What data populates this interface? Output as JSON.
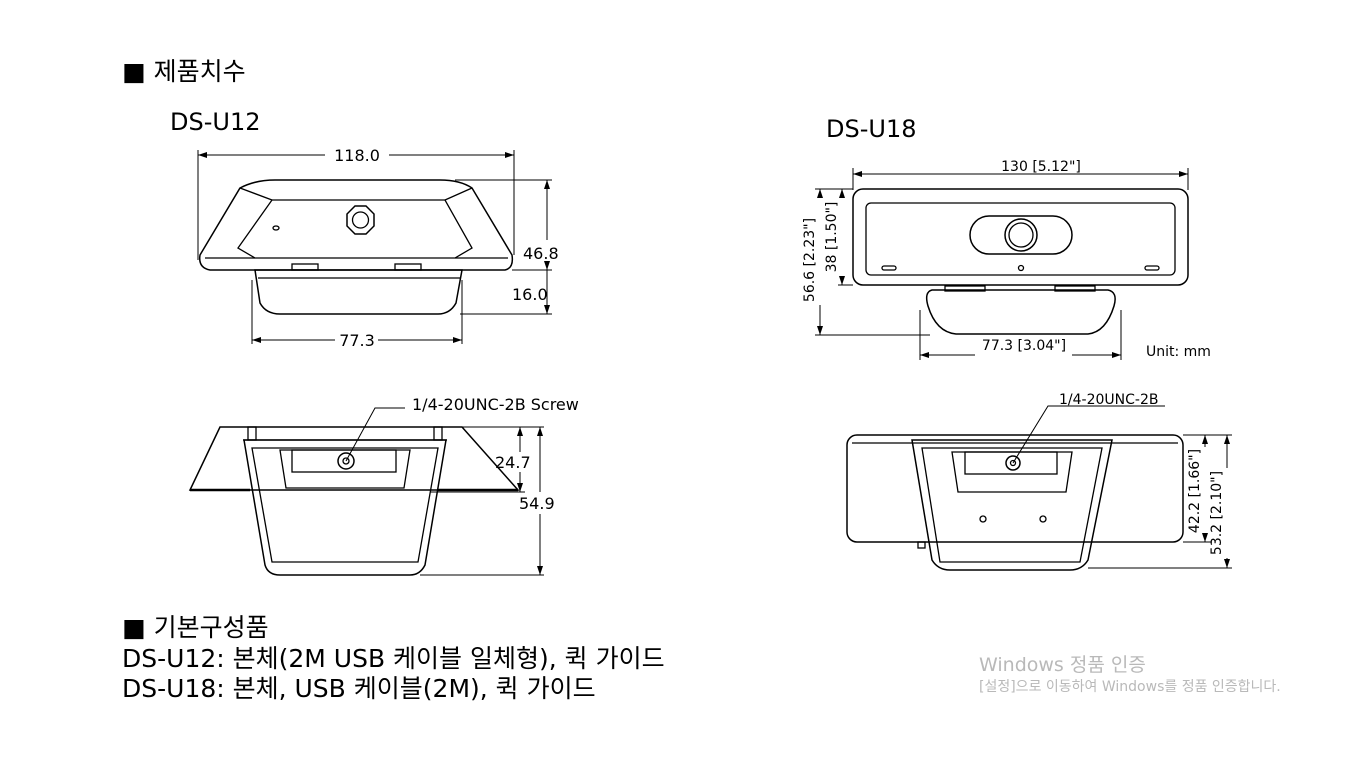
{
  "sections": {
    "dimensions_heading": "■ 제품치수",
    "components_heading": "■ 기본구성품"
  },
  "models": {
    "u12": "DS-U12",
    "u18": "DS-U18"
  },
  "u12": {
    "width": "118.0",
    "height": "46.8",
    "depth": "16.0",
    "base_width": "77.3",
    "screw": "1/4-20UNC-2B Screw",
    "screw_height": "24.7",
    "bottom_height": "54.9"
  },
  "u18": {
    "width": "130 [5.12\"]",
    "body_height": "38 [1.50\"]",
    "total_height": "56.6 [2.23\"]",
    "base_width": "77.3 [3.04\"]",
    "unit": "Unit: mm",
    "screw": "1/4-20UNC-2B",
    "screw_height": "42.2 [1.66\"]",
    "bottom_height": "53.2 [2.10\"]"
  },
  "components": [
    "DS-U12: 본체(2M USB 케이블 일체형), 퀵 가이드",
    "DS-U18: 본체, USB 케이블(2M), 퀵 가이드"
  ],
  "watermark": {
    "title": "Windows 정품 인증",
    "subtitle": "[설정]으로 이동하여 Windows를 정품 인증합니다."
  }
}
